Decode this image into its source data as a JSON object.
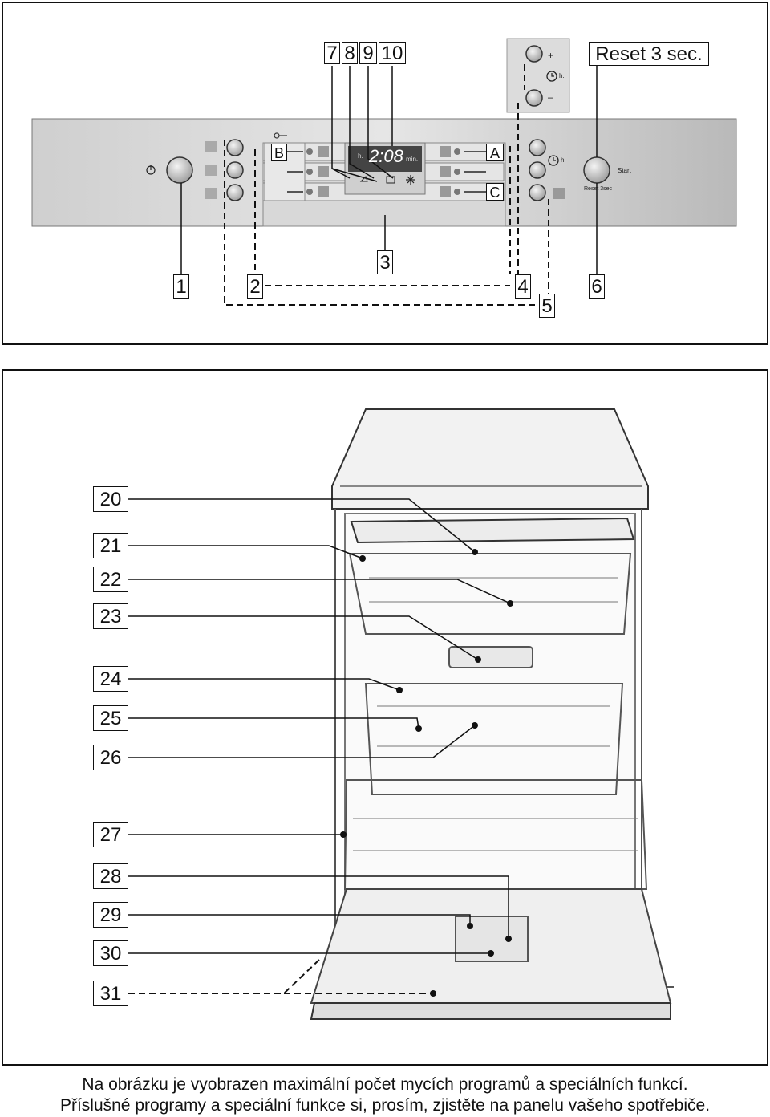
{
  "panel": {
    "callouts": {
      "c1": "1",
      "c2": "2",
      "c3": "3",
      "c4": "4",
      "c5": "5",
      "c6": "6",
      "c7": "7",
      "c8": "8",
      "c9": "9",
      "c10": "10"
    },
    "reset_label": "Reset 3 sec.",
    "display_time": "2:08",
    "display_min": "min.",
    "display_h": "h.",
    "letter_a": "A",
    "letter_b": "B",
    "letter_c": "C",
    "timer_h": "h.",
    "timer_plus": "+",
    "timer_minus": "–",
    "timer_inset_h": "h.",
    "start_label": "Start",
    "reset_small": "Reset 3sec"
  },
  "dishwasher": {
    "callouts": [
      "20",
      "21",
      "22",
      "23",
      "24",
      "25",
      "26",
      "27",
      "28",
      "29",
      "30",
      "31"
    ]
  },
  "caption": {
    "line1": "Na obrázku je vyobrazen maximální počet mycích programů a speciálních funkcí.",
    "line2": "Příslušné programy a speciální funkce si, prosím, zjistěte na panelu vašeho spotřebiče."
  }
}
